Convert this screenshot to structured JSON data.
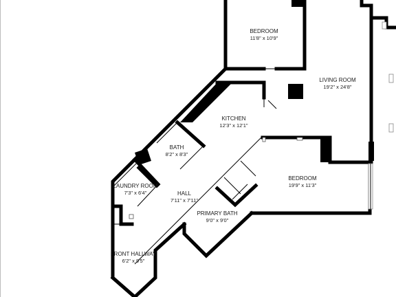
{
  "rooms": {
    "bedroom_north": {
      "name": "BEDROOM",
      "dims": "11'8\" x 10'9\""
    },
    "living_room": {
      "name": "LIVING ROOM",
      "dims": "19'2\" x 24'8\""
    },
    "kitchen": {
      "name": "KITCHEN",
      "dims": "12'3\" x 12'1\""
    },
    "bath": {
      "name": "BATH",
      "dims": "8'2\" x 8'3\""
    },
    "bedroom_east": {
      "name": "BEDROOM",
      "dims": "19'9\" x 11'3\""
    },
    "laundry_room": {
      "name": "LAUNDRY ROOM",
      "dims": "7'3\" x 6'4\""
    },
    "hall": {
      "name": "HALL",
      "dims": "7'11\" x 7'11\""
    },
    "primary_bath": {
      "name": "PRIMARY BATH",
      "dims": "9'0\" x 9'0\""
    },
    "front_hallway": {
      "name": "FRONT HALLWAY",
      "dims": "6'2\" x 9'5\""
    }
  }
}
